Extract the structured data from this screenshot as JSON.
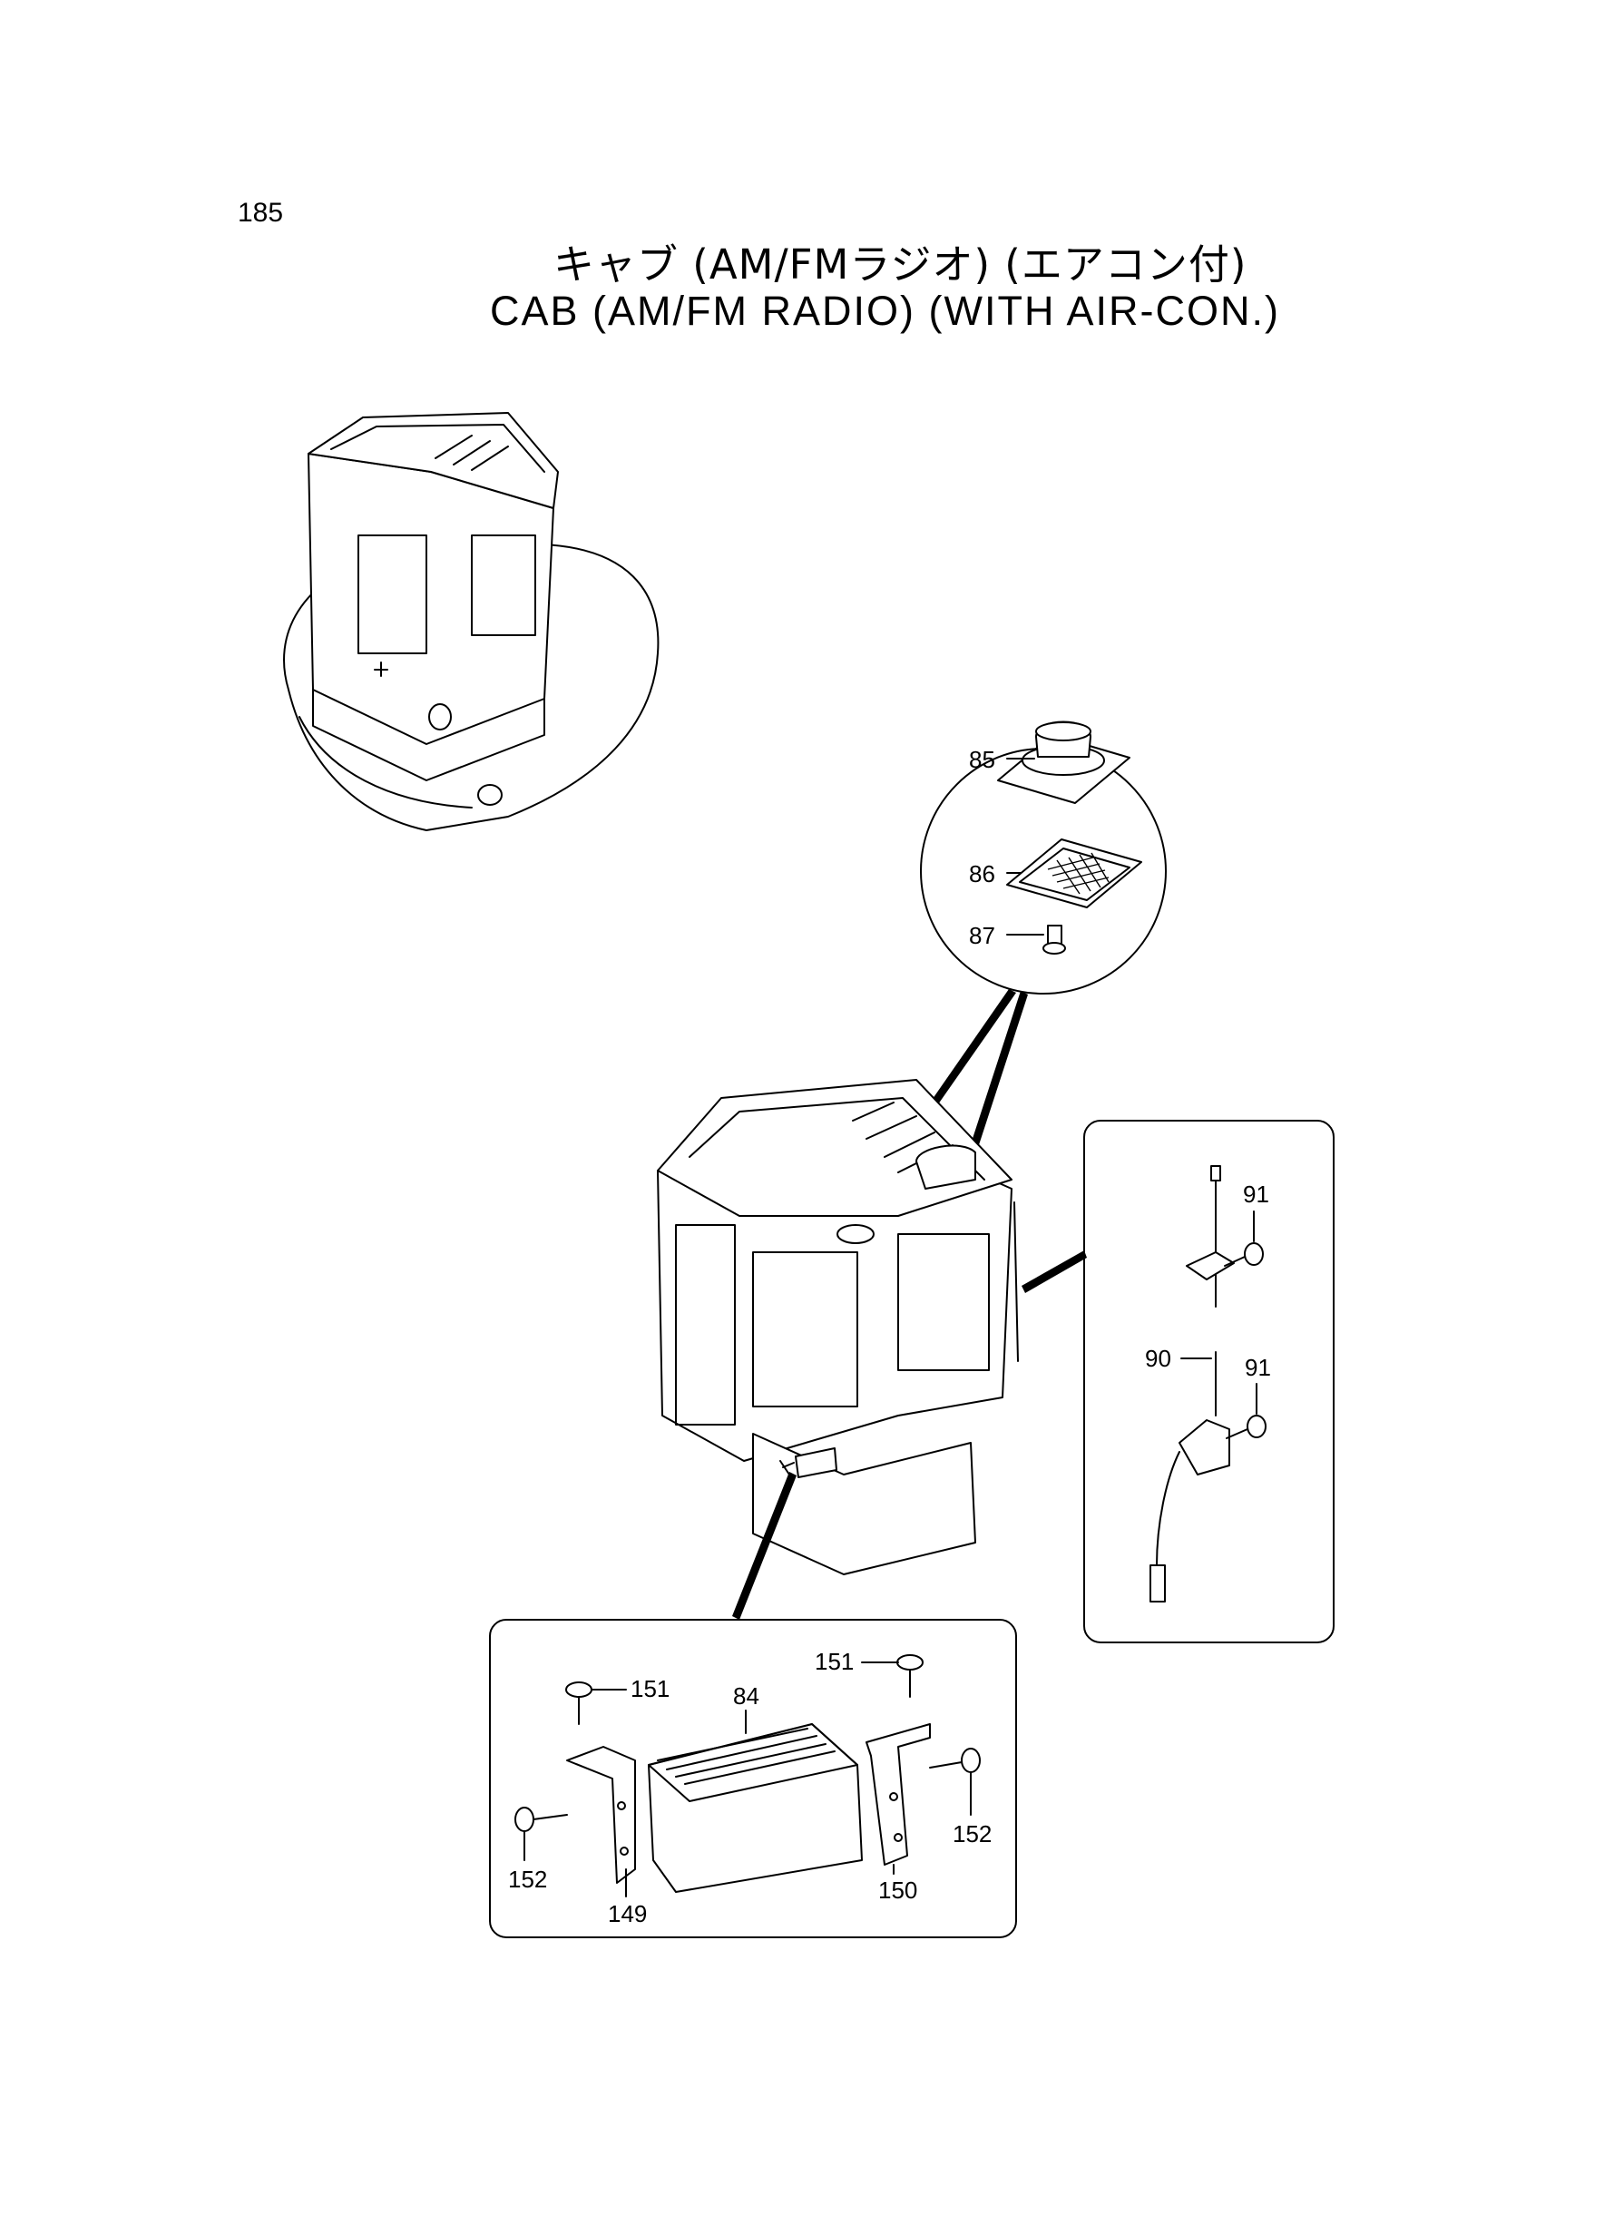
{
  "page": {
    "number": "185"
  },
  "title": {
    "japanese": "キャブ (AM/FMラジオ) (エアコン付)",
    "english": "CAB (AM/FM RADIO) (WITH AIR-CON.)"
  },
  "callouts": {
    "speaker": {
      "p85": "85",
      "p86": "86",
      "p87": "87"
    },
    "antenna": {
      "p91a": "91",
      "p90": "90",
      "p91b": "91"
    },
    "radio": {
      "p151a": "151",
      "p84": "84",
      "p151b": "151",
      "p152a": "152",
      "p149": "149",
      "p150": "150",
      "p152b": "152"
    }
  }
}
